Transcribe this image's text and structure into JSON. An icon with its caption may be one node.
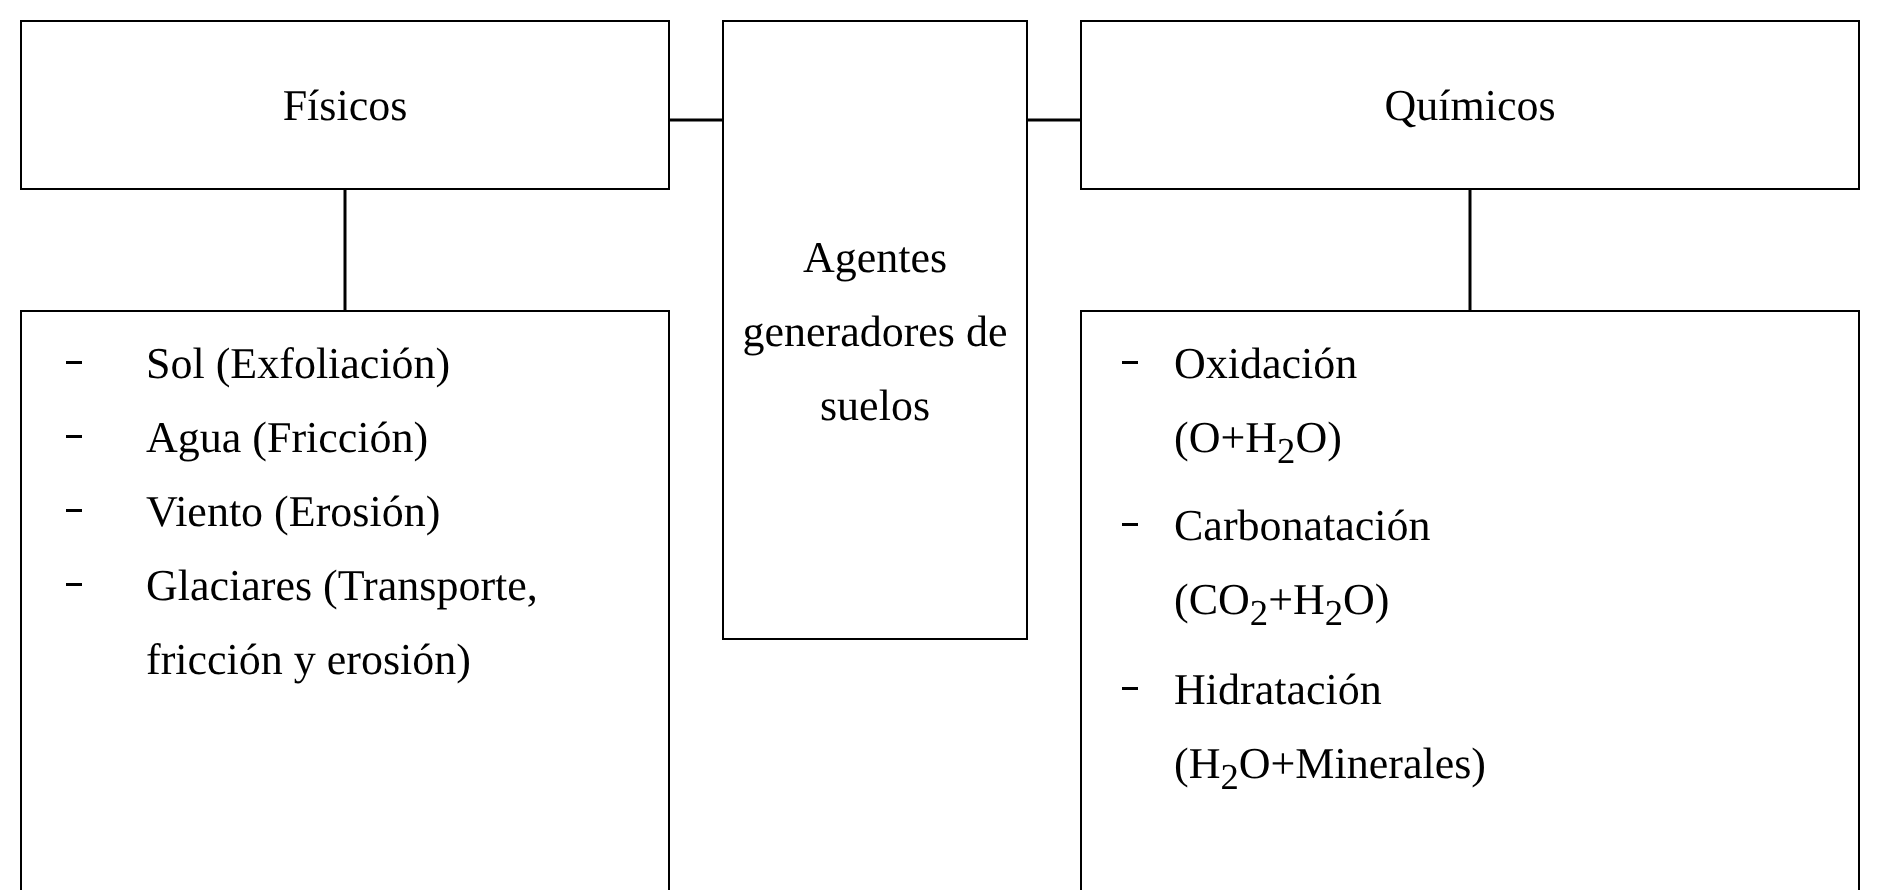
{
  "diagram": {
    "nodes": [
      {
        "text": [
          "Físicos"
        ]
      },
      {
        "text": [
          "Agentes generadores de suelos"
        ]
      },
      {
        "text": [
          "Químicos"
        ]
      },
      {
        "text": [
          "Sol (Exfoliación)",
          "Agua (Fricción)",
          "Viento (Erosión)",
          "Glaciares (Transporte, fricción y erosión)"
        ]
      },
      {
        "text": [
          "Oxidación (O+H$_{2}$O)",
          "Carbonatación (CO$_{2}$+H$_{2}$O)",
          "Hidratación (H$_{2}$O+Minerales)"
        ]
      }
    ],
    "edges": [
      {
        "from": 0,
        "to": 1,
        "arrow": "none"
      },
      {
        "from": 1,
        "to": 2,
        "arrow": "none"
      },
      {
        "from": 0,
        "to": 3,
        "arrow": "none"
      },
      {
        "from": 2,
        "to": 4,
        "arrow": "none"
      }
    ]
  }
}
